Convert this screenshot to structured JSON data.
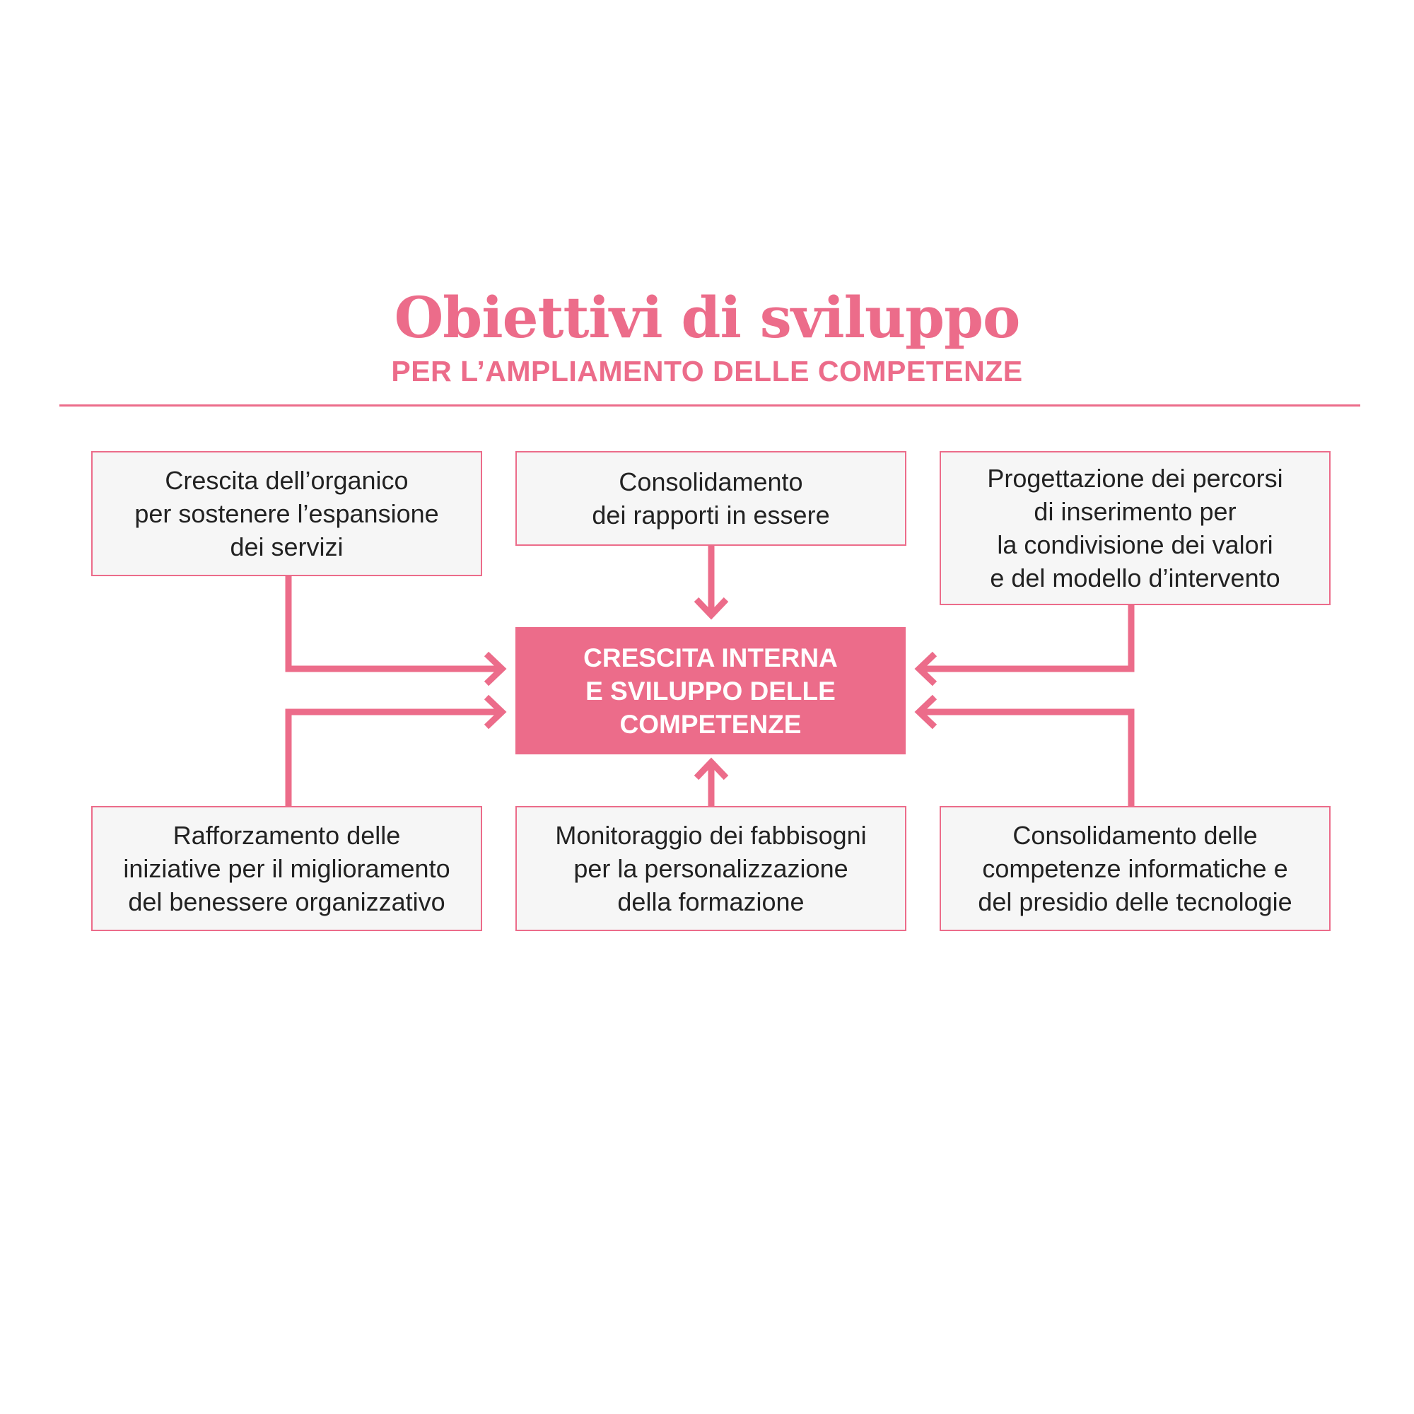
{
  "header": {
    "title": "Obiettivi di sviluppo",
    "subtitle": "PER L’AMPLIAMENTO DELLE COMPETENZE"
  },
  "colors": {
    "accent": "#ec6c8a",
    "box_fill": "#f6f6f6",
    "text": "#222222"
  },
  "center": {
    "label": "CRESCITA INTERNA\nE SVILUPPO DELLE\nCOMPETENZE"
  },
  "boxes": {
    "top_left": "Crescita dell’organico\nper sostenere l’espansione\ndei servizi",
    "top_center": "Consolidamento\ndei rapporti in essere",
    "top_right": "Progettazione dei percorsi\ndi inserimento per\nla condivisione dei valori\ne del modello d’intervento",
    "bottom_left": "Rafforzamento delle\niniziative per il miglioramento\ndel benessere organizzativo",
    "bottom_center": "Monitoraggio dei fabbisogni\nper la personalizzazione\ndella formazione",
    "bottom_right": "Consolidamento delle\ncompetenze informatiche e\ndel presidio delle tecnologie"
  }
}
